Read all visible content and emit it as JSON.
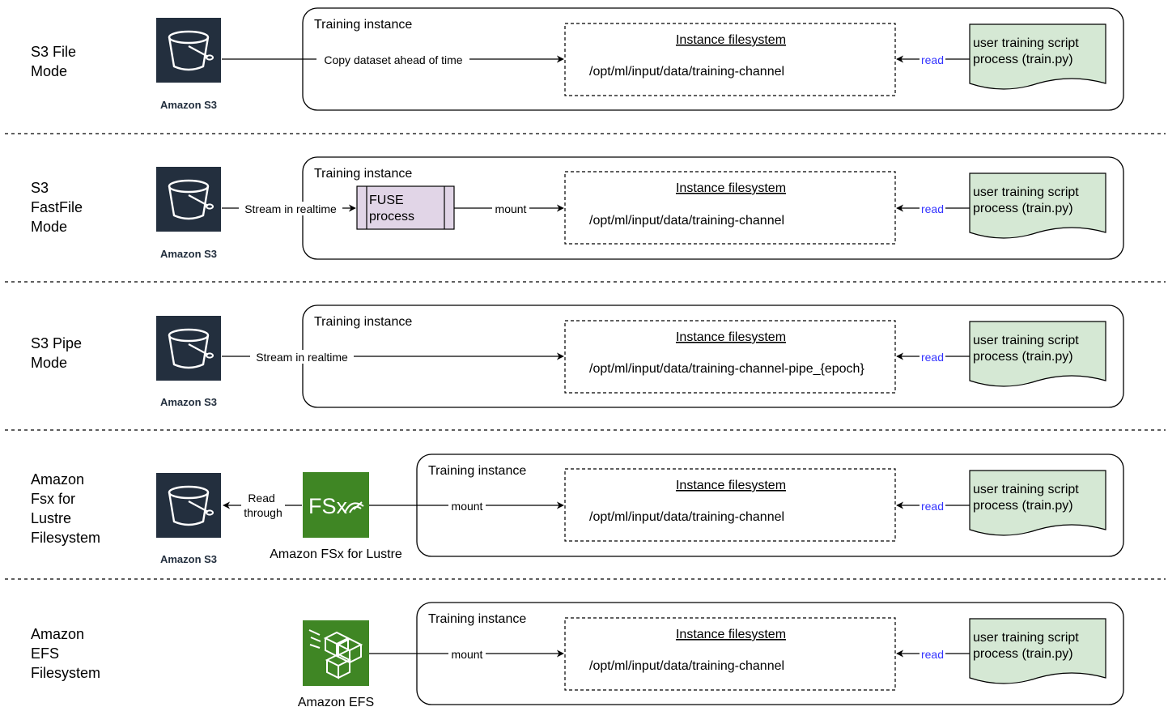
{
  "rows": [
    {
      "mode_lines": [
        "S3 File",
        "Mode"
      ],
      "source_label": "Amazon S3",
      "edge_label": "Copy dataset ahead of time",
      "instance_label": "Training instance",
      "filesystem_title": "Instance filesystem",
      "path": "/opt/ml/input/data/training-channel",
      "read_label": "read",
      "script_lines": [
        "user training script",
        "process (train.py)"
      ]
    },
    {
      "mode_lines": [
        "S3",
        "FastFile",
        "Mode"
      ],
      "source_label": "Amazon S3",
      "edge_label": "Stream in realtime",
      "fuse_lines": [
        "FUSE",
        "process"
      ],
      "mount_label": "mount",
      "instance_label": "Training instance",
      "filesystem_title": "Instance filesystem",
      "path": "/opt/ml/input/data/training-channel",
      "read_label": "read",
      "script_lines": [
        "user training script",
        "process (train.py)"
      ]
    },
    {
      "mode_lines": [
        "S3 Pipe",
        "Mode"
      ],
      "source_label": "Amazon S3",
      "edge_label": "Stream in realtime",
      "instance_label": "Training instance",
      "filesystem_title": "Instance filesystem",
      "path": "/opt/ml/input/data/training-channel-pipe_{epoch}",
      "read_label": "read",
      "script_lines": [
        "user training script",
        "process (train.py)"
      ]
    },
    {
      "mode_lines": [
        "Amazon",
        "Fsx for",
        "Lustre",
        "Filesystem"
      ],
      "source_label": "Amazon S3",
      "readthrough_lines": [
        "Read",
        "through"
      ],
      "service_label": "Amazon FSx for Lustre",
      "service_icon_text": "FSx",
      "edge_label": "mount",
      "instance_label": "Training instance",
      "filesystem_title": "Instance filesystem",
      "path": "/opt/ml/input/data/training-channel",
      "read_label": "read",
      "script_lines": [
        "user training script",
        "process (train.py)"
      ]
    },
    {
      "mode_lines": [
        "Amazon",
        "EFS",
        "Filesystem"
      ],
      "service_label": "Amazon EFS",
      "edge_label": "mount",
      "instance_label": "Training instance",
      "filesystem_title": "Instance filesystem",
      "path": "/opt/ml/input/data/training-channel",
      "read_label": "read",
      "script_lines": [
        "user training script",
        "process (train.py)"
      ]
    }
  ],
  "colors": {
    "aws_dark": "#232f3e",
    "aws_green": "#3f8624",
    "script_fill": "#d5e8d4",
    "fuse_fill": "#e1d5e7",
    "read_link": "#3333ff"
  },
  "icons": {
    "s3": "s3-bucket-icon",
    "fsx": "fsx-lustre-icon",
    "efs": "efs-icon"
  }
}
